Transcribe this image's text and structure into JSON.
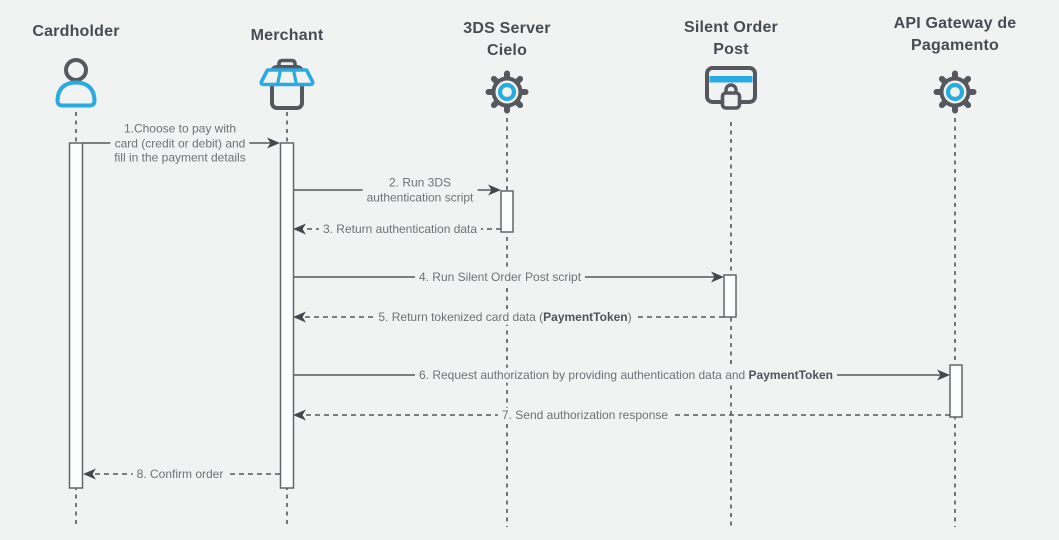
{
  "colors": {
    "background": "#f1f2f2",
    "accent_blue": "#29abe2",
    "icon_gray": "#55585e",
    "line_gray": "#55585d",
    "actor_label_color": "#474c54",
    "message_text_color": "#6e7176",
    "activation_fill": "#fbfcfc"
  },
  "actors": [
    {
      "id": "cardholder",
      "label": "Cardholder",
      "icon": "person-icon"
    },
    {
      "id": "merchant",
      "label": "Merchant",
      "icon": "storefront-icon"
    },
    {
      "id": "threeds-server",
      "label": "3DS Server Cielo",
      "icon": "gear-icon"
    },
    {
      "id": "silent-order-post",
      "label": "Silent Order Post",
      "icon": "card-lock-icon"
    },
    {
      "id": "api-gateway",
      "label": "API Gateway de Pagamento",
      "icon": "gear-icon"
    }
  ],
  "messages": [
    {
      "n": 1,
      "from": "cardholder",
      "to": "merchant",
      "style": "solid",
      "l1": "1.Choose to pay with",
      "l2": "card (credit or debit) and",
      "l3": "fill in the payment details"
    },
    {
      "n": 2,
      "from": "merchant",
      "to": "threeds-server",
      "style": "solid",
      "l1": "2. Run 3DS",
      "l2": "authentication script"
    },
    {
      "n": 3,
      "from": "threeds-server",
      "to": "merchant",
      "style": "dashed",
      "t1": "3. Return authentication data"
    },
    {
      "n": 4,
      "from": "merchant",
      "to": "silent-order-post",
      "style": "solid",
      "t1": "4. Run Silent Order Post script"
    },
    {
      "n": 5,
      "from": "silent-order-post",
      "to": "merchant",
      "style": "dashed",
      "t1": "5. Return tokenized card data (",
      "b": "PaymentToken",
      "t2": ")"
    },
    {
      "n": 6,
      "from": "merchant",
      "to": "api-gateway",
      "style": "solid",
      "t1": "6. Request authorization by providing authentication data and ",
      "b": "PaymentToken"
    },
    {
      "n": 7,
      "from": "api-gateway",
      "to": "merchant",
      "style": "dashed",
      "t1": "7. Send authorization response"
    },
    {
      "n": 8,
      "from": "merchant",
      "to": "cardholder",
      "style": "dashed",
      "t1": "8. Confirm order"
    }
  ]
}
